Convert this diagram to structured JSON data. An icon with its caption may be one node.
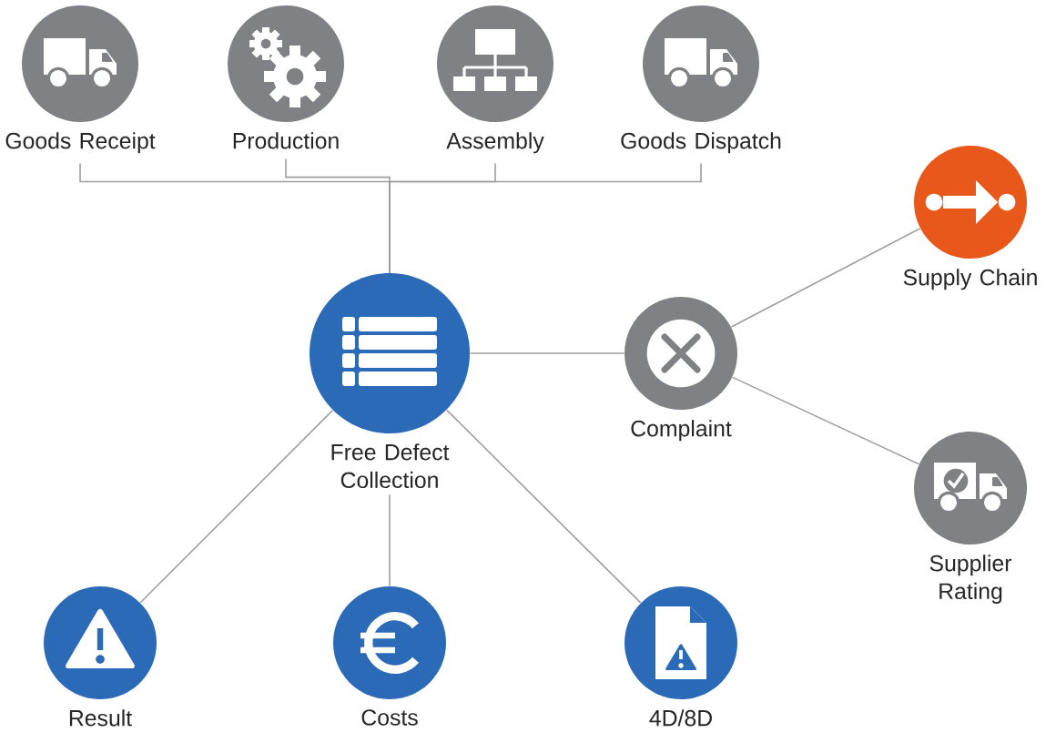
{
  "diagram": {
    "nodes": [
      {
        "text": [
          "Goods Receipt"
        ]
      },
      {
        "text": [
          "Production"
        ]
      },
      {
        "text": [
          "Assembly"
        ]
      },
      {
        "text": [
          "Goods Dispatch"
        ]
      },
      {
        "text": [
          "Supply Chain"
        ]
      },
      {
        "text": [
          "Free Defect Collection"
        ]
      },
      {
        "text": [
          "Complaint"
        ]
      },
      {
        "text": [
          "Supplier Rating"
        ]
      },
      {
        "text": [
          "Result"
        ]
      },
      {
        "text": [
          "Costs"
        ]
      },
      {
        "text": [
          "4D/8D"
        ]
      }
    ],
    "edges": [
      {
        "from": 0,
        "to": 5,
        "arrow": "none"
      },
      {
        "from": 1,
        "to": 5,
        "arrow": "none"
      },
      {
        "from": 2,
        "to": 5,
        "arrow": "none"
      },
      {
        "from": 3,
        "to": 5,
        "arrow": "none"
      },
      {
        "from": 5,
        "to": 6,
        "arrow": "none"
      },
      {
        "from": 6,
        "to": 4,
        "arrow": "none"
      },
      {
        "from": 6,
        "to": 7,
        "arrow": "none"
      },
      {
        "from": 5,
        "to": 8,
        "arrow": "none"
      },
      {
        "from": 5,
        "to": 9,
        "arrow": "none"
      },
      {
        "from": 5,
        "to": 10,
        "arrow": "none"
      }
    ]
  }
}
